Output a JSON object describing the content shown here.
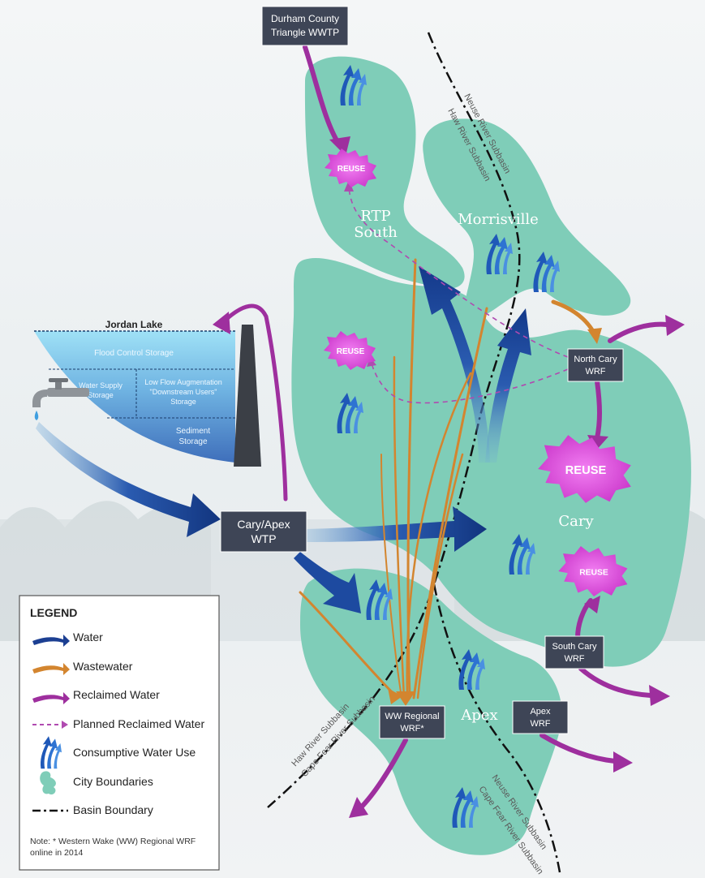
{
  "colors": {
    "region": "#7fcdb8",
    "water": "#1c3f92",
    "wastewater": "#d3852f",
    "reclaimed": "#9e2f9e",
    "reuse": "#d64fd6",
    "facility_box": "#3e4556",
    "basin_line": "#111111",
    "lake_light": "#8ed8f2",
    "lake_dark": "#4d7fc4"
  },
  "facilities": {
    "durham": [
      "Durham County",
      "Triangle WWTP"
    ],
    "north_cary": [
      "North Cary",
      "WRF"
    ],
    "cary_apex_wtp": [
      "Cary/Apex",
      "WTP"
    ],
    "south_cary": [
      "South Cary",
      "WRF"
    ],
    "ww_regional": [
      "WW Regional",
      "WRF*"
    ],
    "apex_wrf": [
      "Apex",
      "WRF"
    ]
  },
  "regions": {
    "rtp_south": [
      "RTP",
      "South"
    ],
    "morrisville": "Morrisville",
    "cary": "Cary",
    "apex": "Apex"
  },
  "reuse_label": "REUSE",
  "lake": {
    "title": "Jordan Lake",
    "flood": "Flood Control Storage",
    "water_supply": [
      "Water Supply",
      "Storage"
    ],
    "low_flow": [
      "Low Flow Augmentation",
      "\"Downstream Users\"",
      "Storage"
    ],
    "sediment": [
      "Sediment",
      "Storage"
    ]
  },
  "basin_labels": {
    "neuse_top": "Neuse River Subbasin",
    "haw_top": "Haw River Subbasin",
    "haw_bottom": "Haw River Subbasin",
    "cape_fear_left": "Cape Fear River Subbasin",
    "neuse_bottom": "Neuse River Subbasin",
    "cape_fear_bottom": "Cape Fear River Subbasin"
  },
  "legend": {
    "title": "LEGEND",
    "items": [
      {
        "icon": "water-arrow-icon",
        "label": "Water"
      },
      {
        "icon": "wastewater-arrow-icon",
        "label": "Wastewater"
      },
      {
        "icon": "reclaimed-arrow-icon",
        "label": "Reclaimed Water"
      },
      {
        "icon": "planned-reclaimed-arrow-icon",
        "label": "Planned Reclaimed Water"
      },
      {
        "icon": "consumptive-use-icon",
        "label": "Consumptive Water Use"
      },
      {
        "icon": "city-boundary-icon",
        "label": "City Boundaries"
      },
      {
        "icon": "basin-boundary-line-icon",
        "label": "Basin Boundary"
      }
    ],
    "note": [
      "Note: * Western Wake (WW) Regional WRF",
      "online in 2014"
    ]
  }
}
